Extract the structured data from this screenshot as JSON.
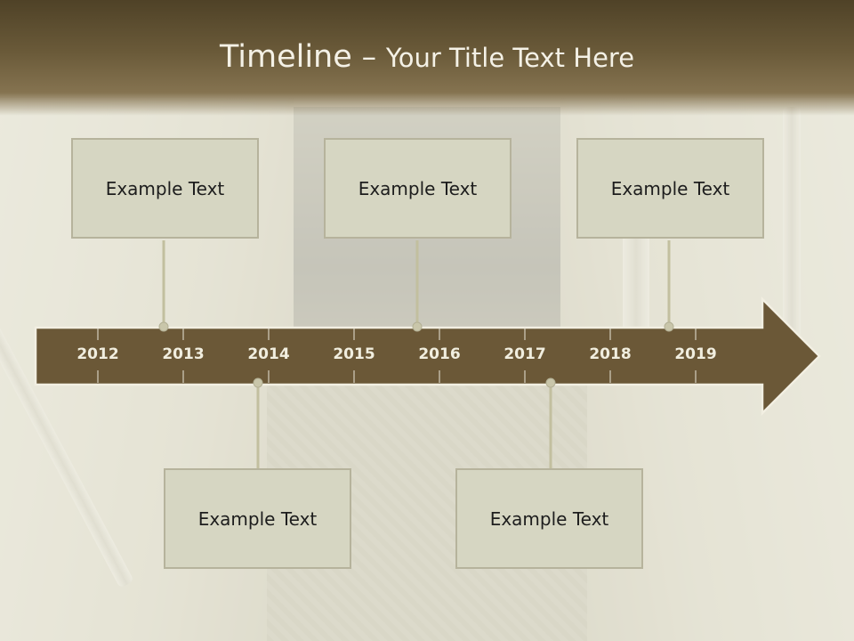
{
  "title": {
    "main": "Timeline",
    "separator": "–",
    "rest": "Your Title Text Here"
  },
  "colors": {
    "header": "#6a5a39",
    "arrow": "#6b5837",
    "arrow_outline": "#f2efe2",
    "box_fill": "#d6d6c2",
    "box_border": "#b6b39c",
    "connector": "#c2bf9f"
  },
  "timeline": {
    "years": [
      "2012",
      "2013",
      "2014",
      "2015",
      "2016",
      "2017",
      "2018",
      "2019"
    ],
    "events_above": [
      {
        "text": "Example Text"
      },
      {
        "text": "Example Text"
      },
      {
        "text": "Example Text"
      }
    ],
    "events_below": [
      {
        "text": "Example Text"
      },
      {
        "text": "Example Text"
      }
    ]
  }
}
